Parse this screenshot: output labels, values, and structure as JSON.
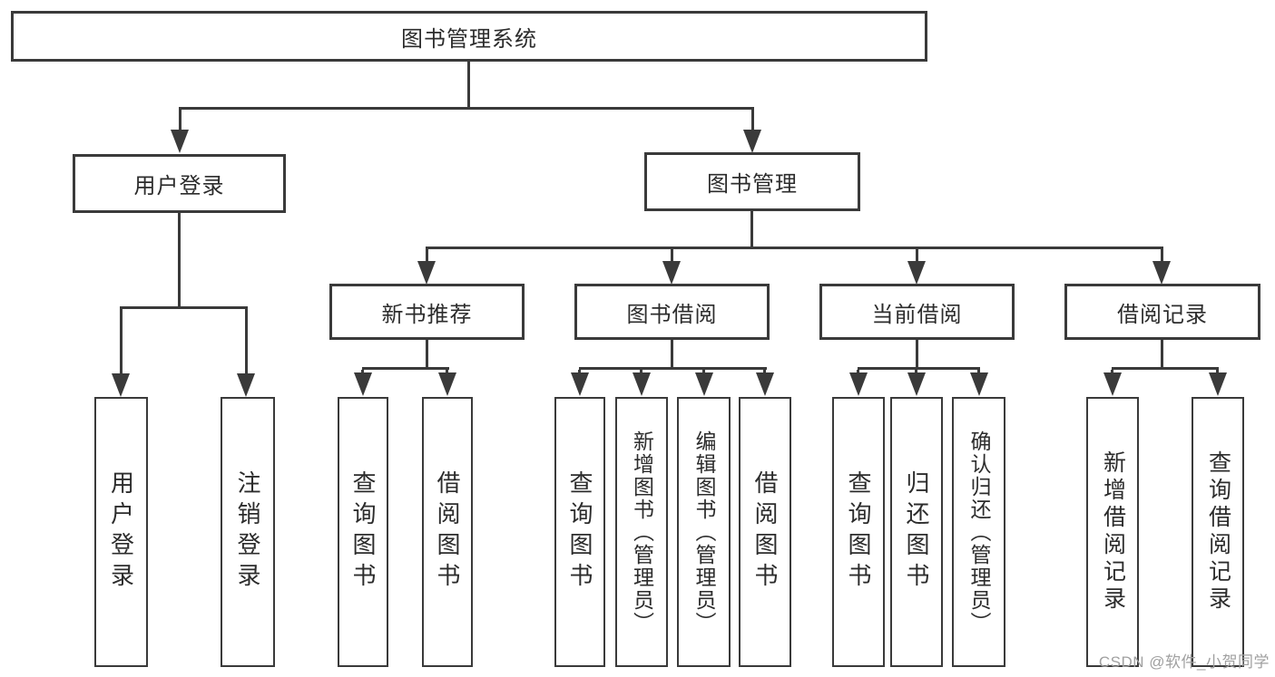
{
  "tree": {
    "root": "图书管理系统",
    "branches": [
      {
        "label": "用户登录",
        "leaves": [
          "用户登录",
          "注销登录"
        ]
      },
      {
        "label": "图书管理",
        "groups": [
          {
            "label": "新书推荐",
            "leaves": [
              "查询图书",
              "借阅图书"
            ]
          },
          {
            "label": "图书借阅",
            "leaves": [
              "查询图书",
              "新增图书（管理员）",
              "编辑图书（管理员）",
              "借阅图书"
            ]
          },
          {
            "label": "当前借阅",
            "leaves": [
              "查询图书",
              "归还图书",
              "确认归还（管理员）"
            ]
          },
          {
            "label": "借阅记录",
            "leaves": [
              "新增借阅记录",
              "查询借阅记录"
            ]
          }
        ]
      }
    ]
  },
  "watermark": "CSDN @软件_小贺同学",
  "colors": {
    "line": "#3a3a3a",
    "text": "#2c2c2c",
    "watermark": "#a0a0a0",
    "bg": "#ffffff"
  }
}
